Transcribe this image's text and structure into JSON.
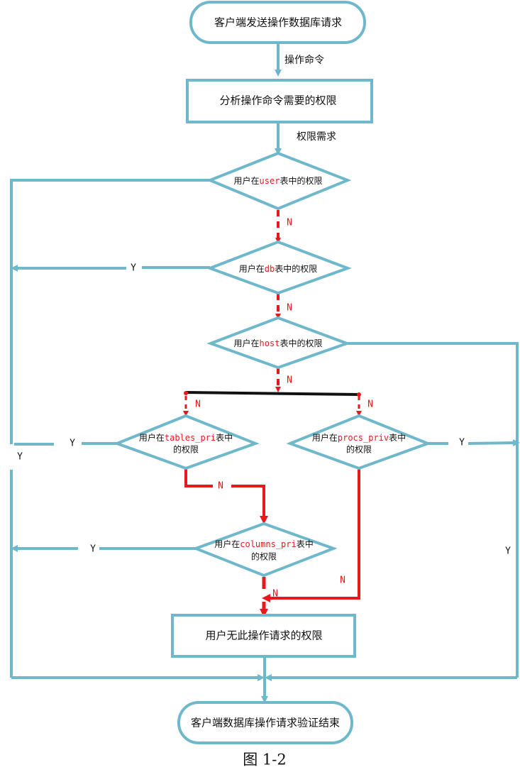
{
  "colors": {
    "line": "#6fb8cb",
    "accent": "#e8191d",
    "bar": "#111111",
    "text": "#111111"
  },
  "nodes": {
    "start": "客户端发送操作数据库请求",
    "analyze": "分析操作命令需要的权限",
    "user_prefix": "用户在",
    "user_table": "user",
    "user_suffix": "表中的权限",
    "db_prefix": "用户在",
    "db_table": "db",
    "db_suffix": "表中的权限",
    "host_prefix": "用户在",
    "host_table": "host",
    "host_suffix": "表中的权限",
    "tables_prefix": "用户在",
    "tables_table": "tables_pri",
    "tables_suffix": "表中",
    "tables_line2": "的权限",
    "procs_prefix": "用户在",
    "procs_table": "procs_priv",
    "procs_suffix": "表中",
    "procs_line2": "的权限",
    "columns_prefix": "用户在",
    "columns_table": "columns_pri",
    "columns_suffix": "表中",
    "columns_line2": "的权限",
    "deny": "用户无此操作请求的权限",
    "end": "客户端数据库操作请求验证结束"
  },
  "edges": {
    "cmd": "操作命令",
    "need": "权限需求",
    "n_user": "N",
    "n_db": "N",
    "n_host": "N",
    "n_left": "N",
    "n_right": "N",
    "n_tables": "N",
    "n_columns": "N",
    "n_procs": "N",
    "y_db": "Y",
    "y_tables": "Y",
    "y_left": "Y",
    "y_columns": "Y",
    "y_procs": "Y",
    "y_right": "Y"
  },
  "caption": "图 1-2"
}
